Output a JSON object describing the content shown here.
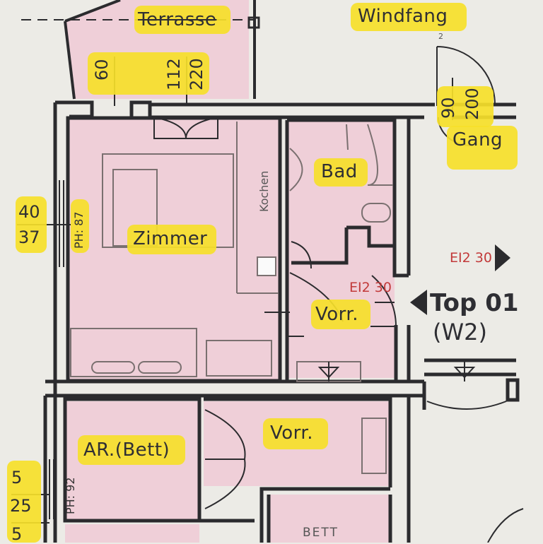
{
  "rooms": {
    "terrasse": "Terrasse",
    "windfang": "Windfang",
    "windfang_num": "2",
    "gang": "Gang",
    "bad": "Bad",
    "zimmer": "Zimmer",
    "kochen": "Kochen",
    "vorr_1": "Vorr.",
    "vorr_2": "Vorr.",
    "ar_bett": "AR.(Bett)",
    "bett": "BETT"
  },
  "dimensions": {
    "terrasse_parapet": "60",
    "terrasse_door_w": "112",
    "terrasse_door_h": "220",
    "door_90": "90",
    "door_200": "200",
    "window_40": "40",
    "window_37": "37",
    "ph_87": "PH: 87",
    "ph_92": "PH: 92",
    "dim_5": "5",
    "dim_25": "25",
    "dim_5b": "5"
  },
  "annotations": {
    "el_1": "EI2 30",
    "el_2": "EI2 30"
  },
  "unit": {
    "name": "Top 01",
    "code": "(W2)"
  },
  "colors": {
    "room_fill": "#efcfd8",
    "wall": "#2b2b2e",
    "highlight": "#f6df2a",
    "paper": "#ecebe6",
    "red_note": "#c23a3a"
  }
}
